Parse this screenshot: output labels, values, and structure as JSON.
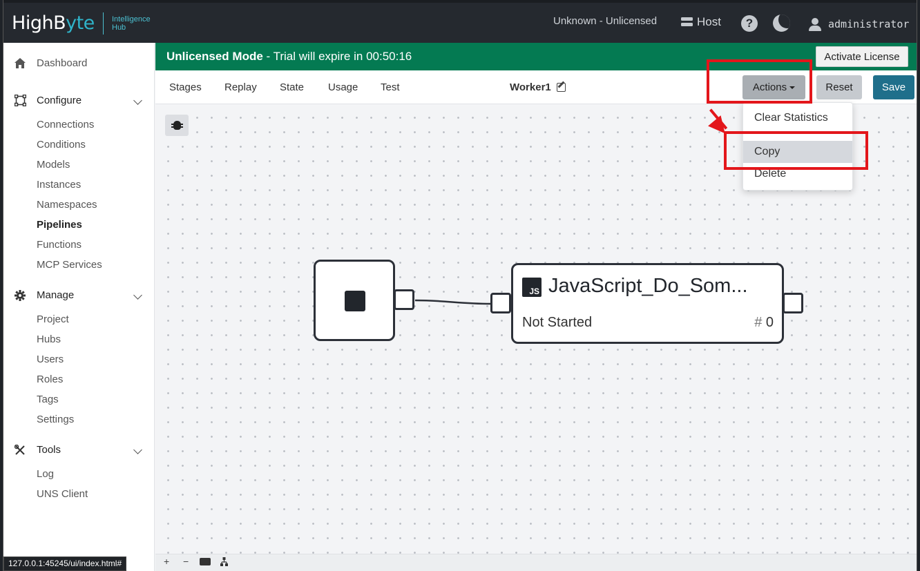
{
  "header": {
    "logo_main": "HighByte",
    "logo_sub_line1": "Intelligence",
    "logo_sub_line2": "Hub",
    "license_status": "Unknown - Unlicensed",
    "host_label": "Host",
    "help_symbol": "?",
    "username": "administrator"
  },
  "sidebar": {
    "dashboard": "Dashboard",
    "configure": {
      "label": "Configure",
      "items": [
        "Connections",
        "Conditions",
        "Models",
        "Instances",
        "Namespaces",
        "Pipelines",
        "Functions",
        "MCP Services"
      ],
      "active": "Pipelines"
    },
    "manage": {
      "label": "Manage",
      "items": [
        "Project",
        "Hubs",
        "Users",
        "Roles",
        "Tags",
        "Settings"
      ]
    },
    "tools": {
      "label": "Tools",
      "items": [
        "Log",
        "UNS Client"
      ]
    }
  },
  "banner": {
    "mode": "Unlicensed Mode",
    "message": " - Trial will expire in 00:50:16",
    "activate_label": "Activate License",
    "color": "#047a52"
  },
  "toolbar": {
    "tabs": [
      "Stages",
      "Replay",
      "State",
      "Usage",
      "Test"
    ],
    "pipeline_name": "Worker1",
    "actions_label": "Actions",
    "reset_label": "Reset",
    "save_label": "Save"
  },
  "actions_menu": {
    "items": [
      "Clear Statistics",
      "Copy",
      "Delete"
    ],
    "highlighted": "Copy"
  },
  "canvas": {
    "js_node": {
      "badge": "JS",
      "title": "JavaScript_Do_Som...",
      "status": "Not Started",
      "count_symbol": "#",
      "count": "0"
    }
  },
  "bottom_controls": {
    "zoom_in": "+",
    "zoom_out": "−"
  },
  "status_url": "127.0.0.1:45245/ui/index.html#",
  "annotation_color": "#e3161b"
}
